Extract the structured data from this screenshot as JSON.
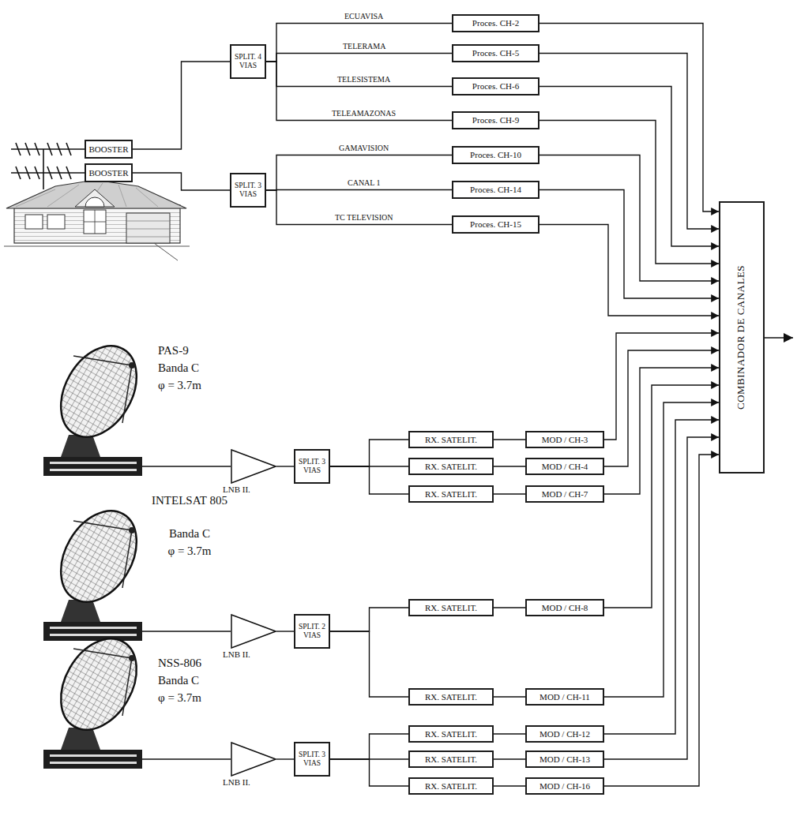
{
  "diagram": {
    "nodes": [
      {
        "text": [
          "BOOSTER"
        ]
      },
      {
        "text": [
          "BOOSTER"
        ]
      },
      {
        "text": [
          "SPLIT. 4 VIAS"
        ]
      },
      {
        "text": [
          "SPLIT. 3 VIAS"
        ]
      },
      {
        "text": [
          "Proces. CH-2"
        ]
      },
      {
        "text": [
          "Proces. CH-5"
        ]
      },
      {
        "text": [
          "Proces. CH-6"
        ]
      },
      {
        "text": [
          "Proces. CH-9"
        ]
      },
      {
        "text": [
          "Proces. CH-10"
        ]
      },
      {
        "text": [
          "Proces. CH-14"
        ]
      },
      {
        "text": [
          "Proces. CH-15"
        ]
      },
      {
        "text": [
          "LNB II."
        ]
      },
      {
        "text": [
          "SPLIT. 3 VIAS"
        ]
      },
      {
        "text": [
          "RX. SATELIT."
        ]
      },
      {
        "text": [
          "RX. SATELIT."
        ]
      },
      {
        "text": [
          "RX. SATELIT."
        ]
      },
      {
        "text": [
          "MOD / CH-3"
        ]
      },
      {
        "text": [
          "MOD / CH-4"
        ]
      },
      {
        "text": [
          "MOD / CH-7"
        ]
      },
      {
        "text": [
          "LNB II."
        ]
      },
      {
        "text": [
          "SPLIT. 2 VIAS"
        ]
      },
      {
        "text": [
          "RX. SATELIT."
        ]
      },
      {
        "text": [
          "RX. SATELIT."
        ]
      },
      {
        "text": [
          "MOD / CH-8"
        ]
      },
      {
        "text": [
          "MOD / CH-11"
        ]
      },
      {
        "text": [
          "LNB II."
        ]
      },
      {
        "text": [
          "SPLIT. 3 VIAS"
        ]
      },
      {
        "text": [
          "RX. SATELIT."
        ]
      },
      {
        "text": [
          "RX. SATELIT."
        ]
      },
      {
        "text": [
          "RX. SATELIT."
        ]
      },
      {
        "text": [
          "MOD / CH-12"
        ]
      },
      {
        "text": [
          "MOD / CH-13"
        ]
      },
      {
        "text": [
          "MOD / CH-16"
        ]
      },
      {
        "text": [
          "COMBINADOR DE CANALES"
        ]
      }
    ],
    "edges": [
      {
        "from": 0,
        "to": 2,
        "arrow": "none"
      },
      {
        "from": 1,
        "to": 3,
        "arrow": "none"
      },
      {
        "from": 2,
        "to": 4,
        "label": "ECUAVISA",
        "arrow": "none"
      },
      {
        "from": 2,
        "to": 5,
        "label": "TELERAMA",
        "arrow": "none"
      },
      {
        "from": 2,
        "to": 6,
        "label": "TELESISTEMA",
        "arrow": "none"
      },
      {
        "from": 2,
        "to": 7,
        "label": "TELEAMAZONAS",
        "arrow": "none"
      },
      {
        "from": 3,
        "to": 8,
        "label": "GAMAVISION",
        "arrow": "none"
      },
      {
        "from": 3,
        "to": 9,
        "label": "CANAL 1",
        "arrow": "none"
      },
      {
        "from": 3,
        "to": 10,
        "label": "TC TELEVISION",
        "arrow": "none"
      },
      {
        "from": 4,
        "to": 33,
        "arrow": "to"
      },
      {
        "from": 5,
        "to": 33,
        "arrow": "to"
      },
      {
        "from": 6,
        "to": 33,
        "arrow": "to"
      },
      {
        "from": 7,
        "to": 33,
        "arrow": "to"
      },
      {
        "from": 8,
        "to": 33,
        "arrow": "to"
      },
      {
        "from": 9,
        "to": 33,
        "arrow": "to"
      },
      {
        "from": 10,
        "to": 33,
        "arrow": "to"
      },
      {
        "from": 11,
        "to": 12,
        "arrow": "none"
      },
      {
        "from": 12,
        "to": 13,
        "arrow": "none"
      },
      {
        "from": 12,
        "to": 14,
        "arrow": "none"
      },
      {
        "from": 12,
        "to": 15,
        "arrow": "none"
      },
      {
        "from": 13,
        "to": 16,
        "arrow": "none"
      },
      {
        "from": 14,
        "to": 17,
        "arrow": "none"
      },
      {
        "from": 15,
        "to": 18,
        "arrow": "none"
      },
      {
        "from": 16,
        "to": 33,
        "arrow": "to"
      },
      {
        "from": 17,
        "to": 33,
        "arrow": "to"
      },
      {
        "from": 18,
        "to": 33,
        "arrow": "to"
      },
      {
        "from": 19,
        "to": 20,
        "arrow": "none"
      },
      {
        "from": 20,
        "to": 21,
        "arrow": "none"
      },
      {
        "from": 20,
        "to": 22,
        "arrow": "none"
      },
      {
        "from": 21,
        "to": 23,
        "arrow": "none"
      },
      {
        "from": 22,
        "to": 24,
        "arrow": "none"
      },
      {
        "from": 23,
        "to": 33,
        "arrow": "to"
      },
      {
        "from": 24,
        "to": 33,
        "arrow": "to"
      },
      {
        "from": 25,
        "to": 26,
        "arrow": "none"
      },
      {
        "from": 26,
        "to": 27,
        "arrow": "none"
      },
      {
        "from": 26,
        "to": 28,
        "arrow": "none"
      },
      {
        "from": 26,
        "to": 29,
        "arrow": "none"
      },
      {
        "from": 27,
        "to": 30,
        "arrow": "none"
      },
      {
        "from": 28,
        "to": 31,
        "arrow": "none"
      },
      {
        "from": 29,
        "to": 32,
        "arrow": "none"
      },
      {
        "from": 30,
        "to": 33,
        "arrow": "to"
      },
      {
        "from": 31,
        "to": 33,
        "arrow": "to"
      },
      {
        "from": 32,
        "to": 33,
        "arrow": "to"
      }
    ],
    "labels": [
      "PAS-9",
      "Banda C",
      "φ = 3.7m",
      "INTELSAT 805",
      "Banda C",
      "φ = 3.7m",
      "NSS-806",
      "Banda C",
      "φ = 3.7m"
    ]
  }
}
